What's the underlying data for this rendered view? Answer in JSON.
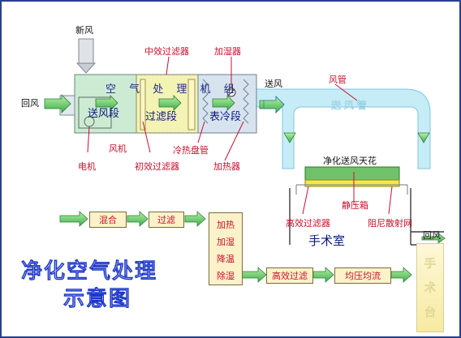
{
  "labels": {
    "fresh_air": "新风",
    "return_air_left": "回风",
    "ahu": "空 气 处 理 机 组",
    "supply_section": "送风段",
    "filter_section": "过滤段",
    "cooling_section": "表冷段",
    "medium_filter": "中效过滤器",
    "humidifier": "加湿器",
    "supply_air": "送风",
    "duct_label": "风管",
    "duct_text": "送 风 管",
    "motor": "电机",
    "fan": "风机",
    "coil_pan": "冷热盘管",
    "primary_filter": "初效过滤器",
    "heater": "加热器",
    "ceiling": "净化送风天花",
    "static_box": "静压箱",
    "hepa": "高效过滤器",
    "damping_net": "阻尼散射网",
    "return_air_right": "回风",
    "or_room": "手术室",
    "side_room": [
      "手",
      "术",
      "台"
    ]
  },
  "flow": {
    "mix": "混合",
    "filter": "过滤",
    "process": [
      "加热",
      "加湿",
      "降温",
      "除湿"
    ],
    "hepa_filter": "高效过滤",
    "equalize": "均压均流"
  },
  "title": {
    "line1": "净化空气处理",
    "line2": "示意图"
  },
  "colors": {
    "duct": "#c6ecf7",
    "arrow": "#5fcf6a",
    "label_red": "#c8102e",
    "title_blue": "#1d37c9",
    "ahu_box": "#cdebd3",
    "filter_box": "#f3f3b3",
    "cooler_box": "#d7e4ef"
  }
}
